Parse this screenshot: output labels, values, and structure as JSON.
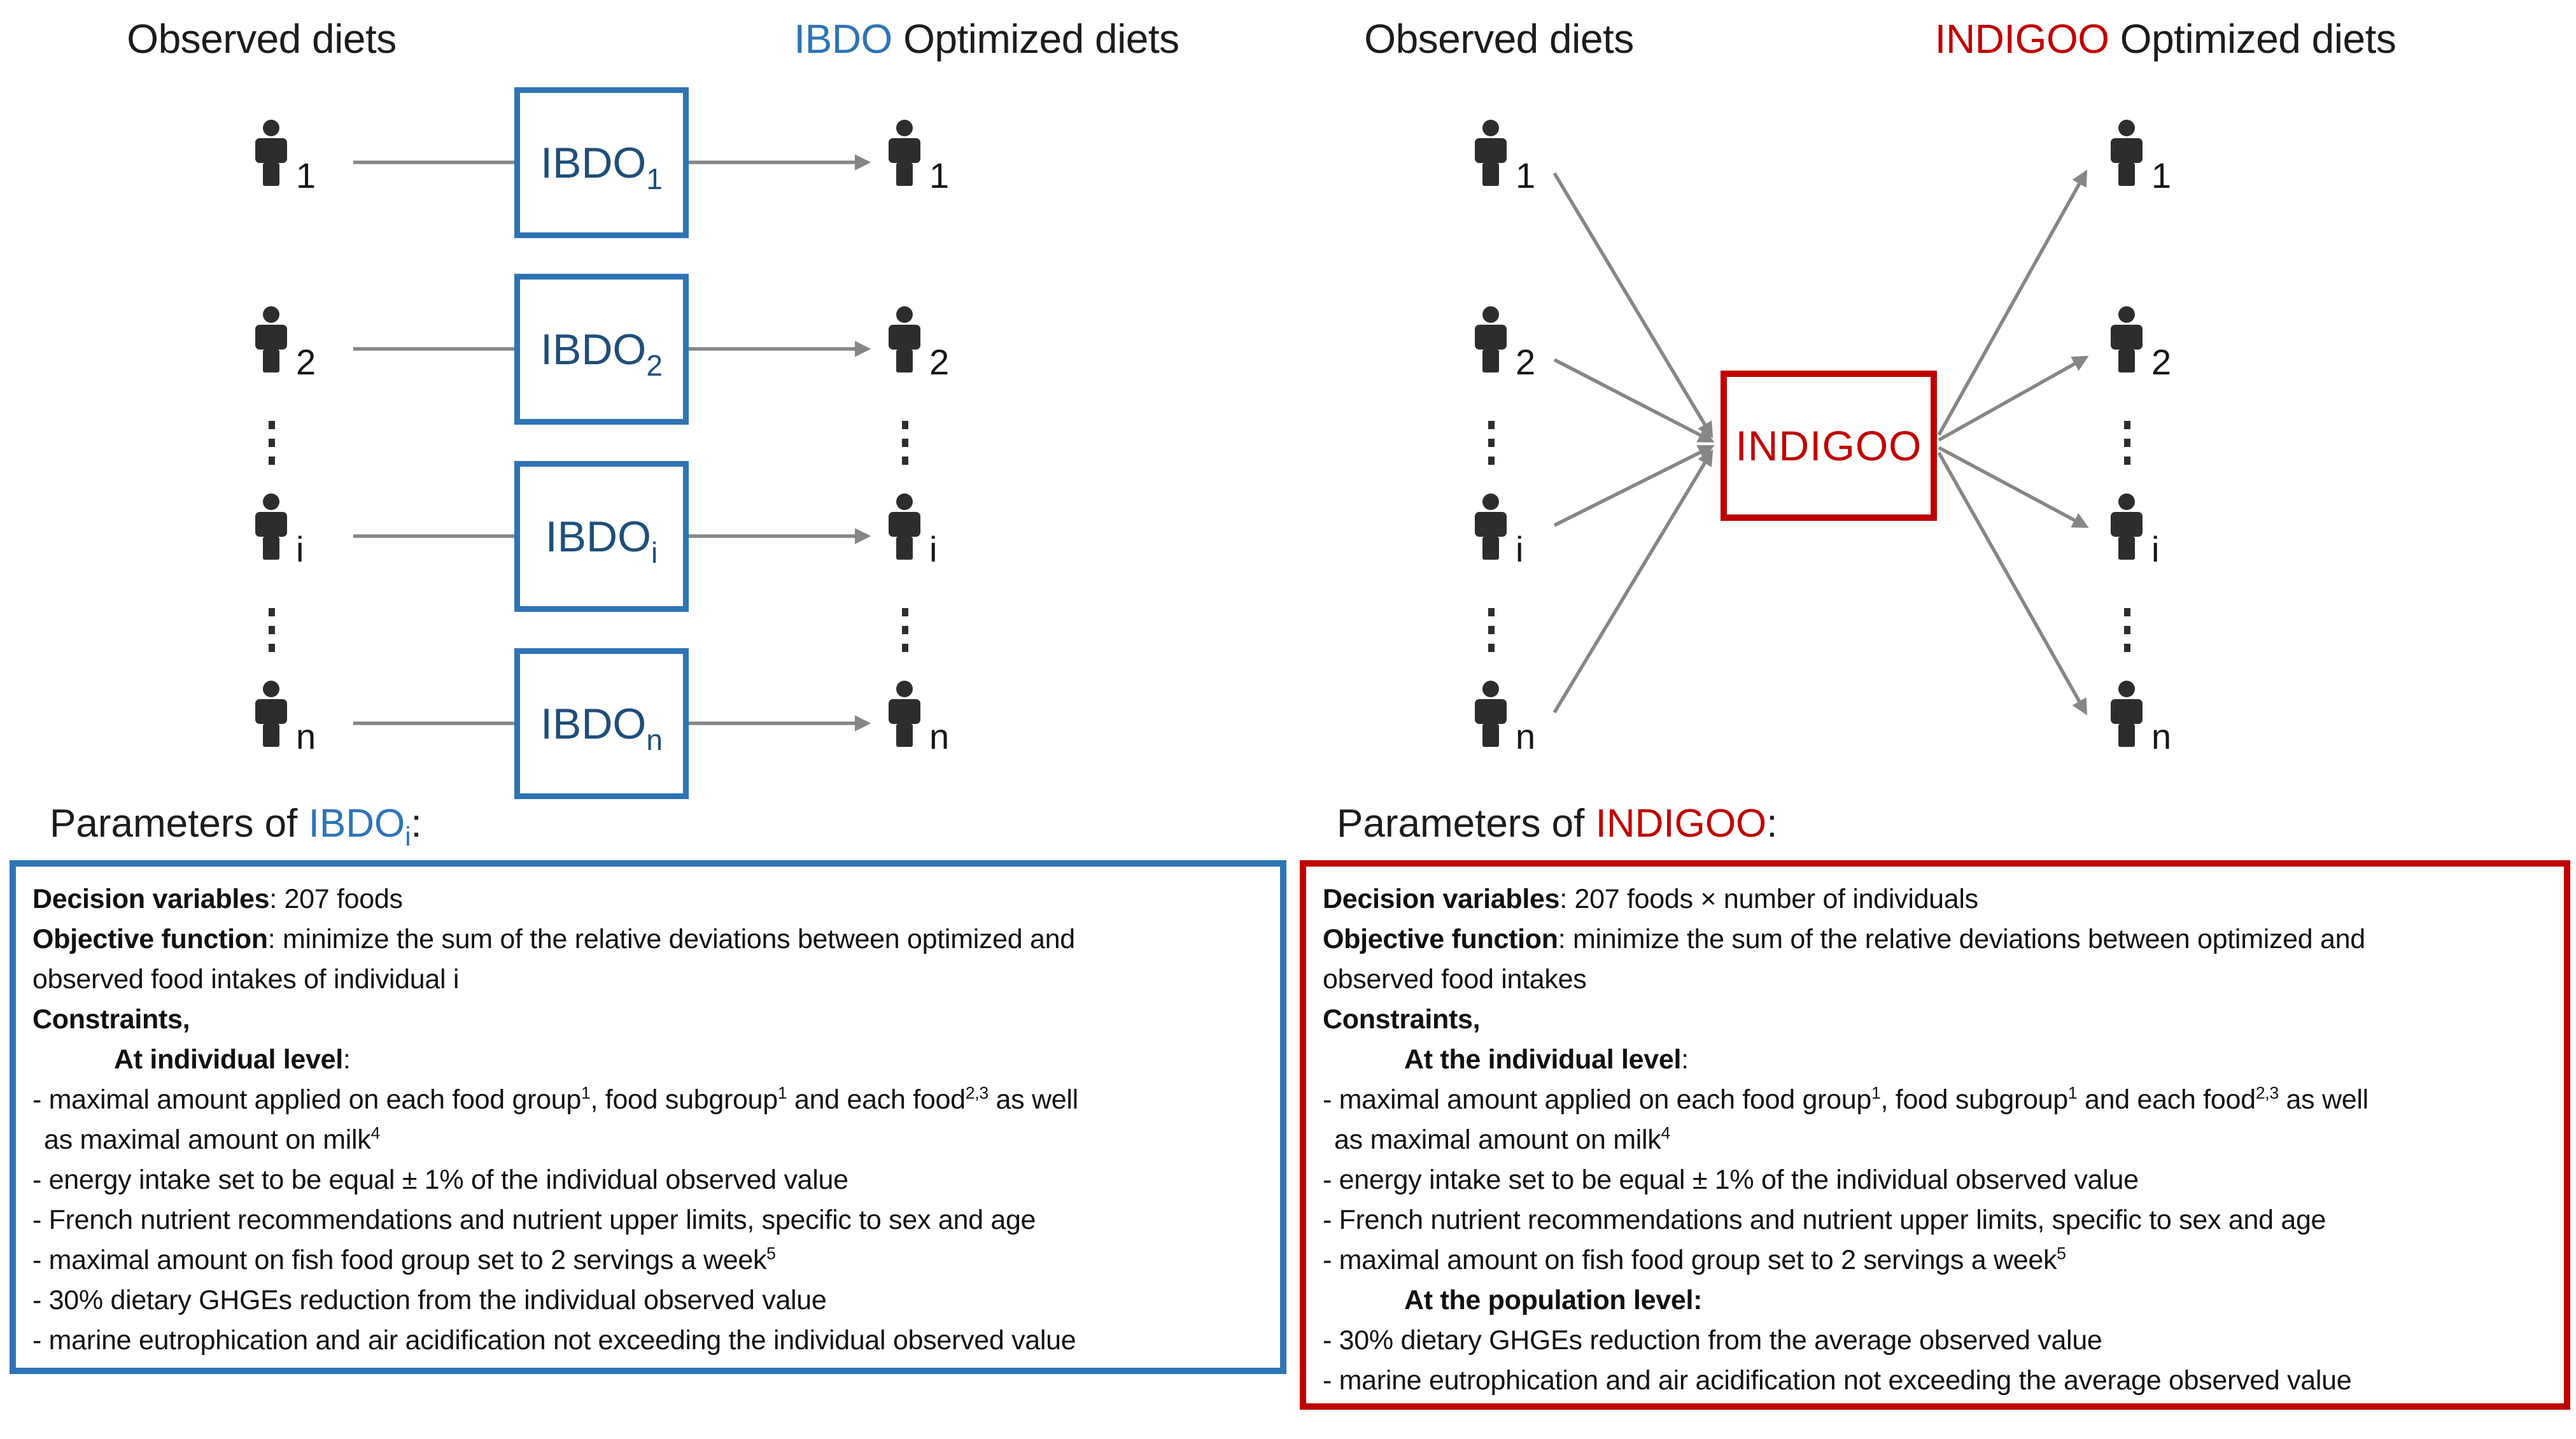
{
  "colors": {
    "blue_border": "#2E74B5",
    "blue_label": "#1F4E79",
    "red": "#C00000",
    "arrow_gray": "#868686",
    "person": "#2d2d2d",
    "text": "#111111"
  },
  "headers": {
    "left_observed": "Observed diets",
    "left_optimized_brand": "IBDO",
    "left_optimized_rest": " Optimized diets",
    "right_observed": "Observed diets",
    "right_optimized_brand": "INDIGOO",
    "right_optimized_rest": " Optimized diets"
  },
  "left_diagram": {
    "box_prefix": "IBDO",
    "rows": [
      {
        "label": "1",
        "box_sub": "1"
      },
      {
        "label": "2",
        "box_sub": "2"
      },
      {
        "label": "i",
        "box_sub": "i"
      },
      {
        "label": "n",
        "box_sub": "n"
      }
    ]
  },
  "right_diagram": {
    "box_label": "INDIGOO",
    "rows": [
      {
        "label": "1"
      },
      {
        "label": "2"
      },
      {
        "label": "i"
      },
      {
        "label": "n"
      }
    ]
  },
  "left_panel": {
    "title_prefix": "Parameters of ",
    "title_brand": "IBDO",
    "title_brand_sub": "i",
    "title_suffix": ":",
    "lines": [
      [
        {
          "t": "Decision variables",
          "b": 1
        },
        {
          "t": ": 207 foods"
        }
      ],
      [
        {
          "t": "Objective function",
          "b": 1
        },
        {
          "t": ": minimize the sum of the relative deviations between optimized and"
        }
      ],
      [
        {
          "t": "observed food intakes of individual i"
        }
      ],
      [
        {
          "t": "Constraints,",
          "b": 1
        }
      ],
      [
        {
          "t": "At individual level",
          "b": 1
        },
        {
          "t": ":"
        }
      ],
      [
        {
          "t": "- maximal amount applied on each food group"
        },
        {
          "t": "1",
          "s": 1
        },
        {
          "t": ", food subgroup"
        },
        {
          "t": "1",
          "s": 1
        },
        {
          "t": " and each food"
        },
        {
          "t": "2,3",
          "s": 1
        },
        {
          "t": " as well"
        }
      ],
      [
        {
          "t": "as maximal amount on milk"
        },
        {
          "t": "4",
          "s": 1
        }
      ],
      [
        {
          "t": "- energy intake set to be equal ± 1% of the individual observed value"
        }
      ],
      [
        {
          "t": "- French nutrient recommendations and nutrient upper limits, specific to sex and age"
        }
      ],
      [
        {
          "t": "- maximal amount on fish food group set to 2 servings a week"
        },
        {
          "t": "5",
          "s": 1
        }
      ],
      [
        {
          "t": "- 30% dietary GHGEs reduction from the individual observed value"
        }
      ],
      [
        {
          "t": "- marine eutrophication and air acidification not exceeding the individual observed value"
        }
      ]
    ]
  },
  "right_panel": {
    "title_prefix": "Parameters of ",
    "title_brand": "INDIGOO",
    "title_suffix": ":",
    "lines": [
      [
        {
          "t": "Decision variables",
          "b": 1
        },
        {
          "t": ": 207 foods × number of individuals"
        }
      ],
      [
        {
          "t": "Objective function",
          "b": 1
        },
        {
          "t": ": minimize the sum of the relative deviations between optimized and"
        }
      ],
      [
        {
          "t": "observed food intakes"
        }
      ],
      [
        {
          "t": "Constraints,",
          "b": 1
        }
      ],
      [
        {
          "t": "At the individual level",
          "b": 1
        },
        {
          "t": ":"
        }
      ],
      [
        {
          "t": "- maximal amount applied on each food group"
        },
        {
          "t": "1",
          "s": 1
        },
        {
          "t": ", food subgroup"
        },
        {
          "t": "1",
          "s": 1
        },
        {
          "t": " and each food"
        },
        {
          "t": "2,3",
          "s": 1
        },
        {
          "t": " as well"
        }
      ],
      [
        {
          "t": "as maximal amount on milk"
        },
        {
          "t": "4",
          "s": 1
        }
      ],
      [
        {
          "t": "- energy intake set to be equal ± 1% of the individual observed value"
        }
      ],
      [
        {
          "t": "- French nutrient recommendations and nutrient upper limits, specific to sex and age"
        }
      ],
      [
        {
          "t": "- maximal amount on fish food group set to 2 servings a week"
        },
        {
          "t": "5",
          "s": 1
        }
      ],
      [
        {
          "t": "At the population level:",
          "b": 1
        }
      ],
      [
        {
          "t": "- 30% dietary GHGEs reduction from the average observed value"
        }
      ],
      [
        {
          "t": "- marine eutrophication and air acidification not exceeding the average observed value"
        }
      ]
    ]
  }
}
